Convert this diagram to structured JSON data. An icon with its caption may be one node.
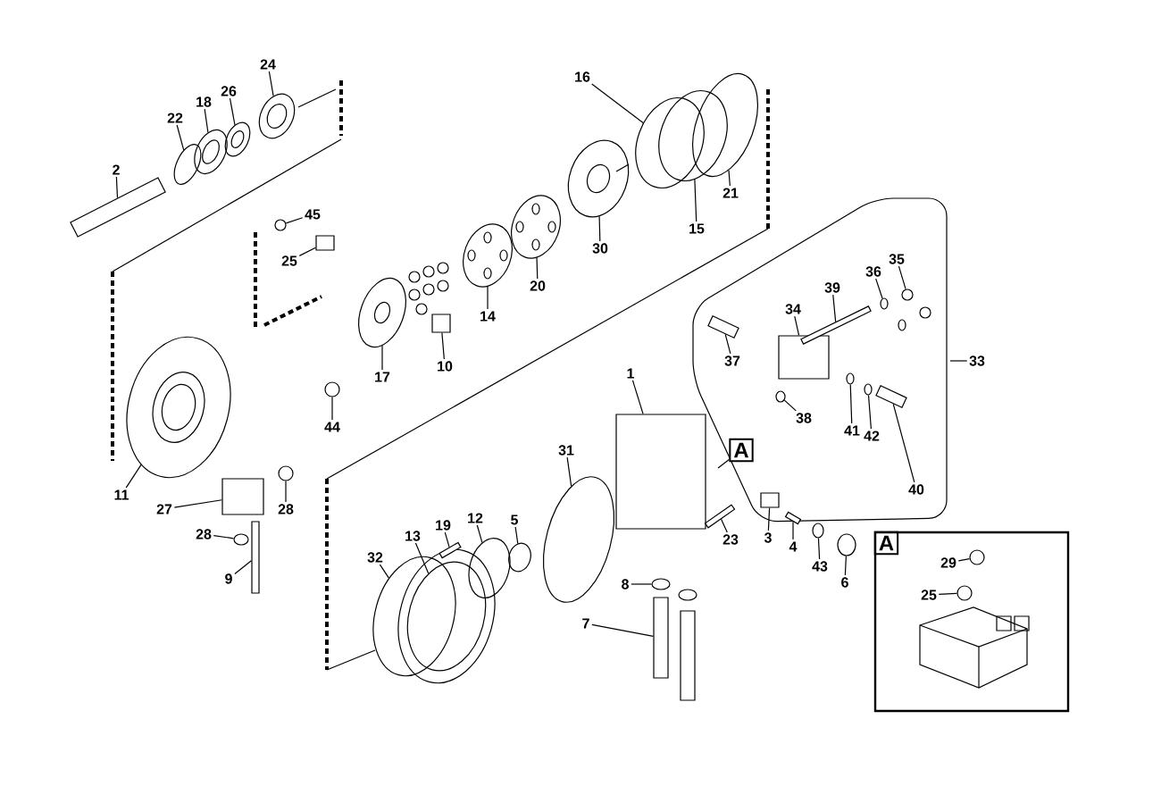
{
  "diagram": {
    "nodes": [
      {
        "text": [
          "16"
        ]
      },
      {
        "text": [
          "24"
        ]
      },
      {
        "text": [
          "26"
        ]
      },
      {
        "text": [
          "18"
        ]
      },
      {
        "text": [
          "22"
        ]
      },
      {
        "text": [
          "2"
        ]
      },
      {
        "text": [
          "21"
        ]
      },
      {
        "text": [
          "45"
        ]
      },
      {
        "text": [
          "15"
        ]
      },
      {
        "text": [
          "30"
        ]
      },
      {
        "text": [
          "35"
        ]
      },
      {
        "text": [
          "25"
        ]
      },
      {
        "text": [
          "36"
        ]
      },
      {
        "text": [
          "20"
        ]
      },
      {
        "text": [
          "39"
        ]
      },
      {
        "text": [
          "34"
        ]
      },
      {
        "text": [
          "14"
        ]
      },
      {
        "text": [
          "37"
        ]
      },
      {
        "text": [
          "33"
        ]
      },
      {
        "text": [
          "10"
        ]
      },
      {
        "text": [
          "1"
        ]
      },
      {
        "text": [
          "17"
        ]
      },
      {
        "text": [
          "38"
        ]
      },
      {
        "text": [
          "44"
        ]
      },
      {
        "text": [
          "41"
        ]
      },
      {
        "text": [
          "42"
        ]
      },
      {
        "text": [
          "31"
        ]
      },
      {
        "text": [
          "A"
        ]
      },
      {
        "text": [
          "40"
        ]
      },
      {
        "text": [
          "11"
        ]
      },
      {
        "text": [
          "27"
        ]
      },
      {
        "text": [
          "28"
        ]
      },
      {
        "text": [
          "12"
        ]
      },
      {
        "text": [
          "5"
        ]
      },
      {
        "text": [
          "19"
        ]
      },
      {
        "text": [
          "13"
        ]
      },
      {
        "text": [
          "28"
        ]
      },
      {
        "text": [
          "3"
        ]
      },
      {
        "text": [
          "23"
        ]
      },
      {
        "text": [
          "4"
        ]
      },
      {
        "text": [
          "32"
        ]
      },
      {
        "text": [
          "43"
        ]
      },
      {
        "text": [
          "9"
        ]
      },
      {
        "text": [
          "6"
        ]
      },
      {
        "text": [
          "8"
        ]
      },
      {
        "text": [
          "7"
        ]
      },
      {
        "text": [
          "A"
        ]
      },
      {
        "text": [
          "29"
        ],
        "in": 46
      },
      {
        "text": [
          "25"
        ],
        "in": 46
      },
      {
        "text": [],
        "shape": "bar"
      },
      {
        "text": [],
        "shape": "circle"
      },
      {
        "text": [],
        "shape": "circle"
      },
      {
        "text": [],
        "shape": "circle"
      },
      {
        "text": [],
        "shape": "circle"
      },
      {
        "text": [],
        "shape": "circle"
      },
      {
        "text": [],
        "shape": "box"
      },
      {
        "text": [],
        "shape": "circle"
      },
      {
        "text": [],
        "shape": "box"
      },
      {
        "text": [],
        "shape": "circle"
      },
      {
        "text": [],
        "shape": "bar"
      },
      {
        "text": [],
        "shape": "circle"
      },
      {
        "text": [],
        "shape": "circle"
      },
      {
        "text": [],
        "shape": "circle"
      },
      {
        "text": [],
        "shape": "box"
      },
      {
        "text": [],
        "shape": "circle"
      },
      {
        "text": [],
        "shape": "circle"
      },
      {
        "text": [],
        "shape": "bar"
      },
      {
        "text": [],
        "shape": "circle"
      },
      {
        "text": [],
        "shape": "circle"
      },
      {
        "text": [],
        "shape": "circle"
      },
      {
        "text": [],
        "shape": "circle"
      },
      {
        "text": [],
        "shape": "circle"
      },
      {
        "text": [],
        "shape": "circle"
      },
      {
        "text": [],
        "shape": "box"
      },
      {
        "text": [],
        "shape": "bar"
      },
      {
        "text": [],
        "shape": "circle"
      },
      {
        "text": [],
        "shape": "circle"
      },
      {
        "text": [],
        "shape": "circle"
      },
      {
        "text": [],
        "shape": "bar"
      },
      {
        "text": [],
        "shape": "circle"
      },
      {
        "text": [],
        "shape": "circle"
      },
      {
        "text": [],
        "shape": "bar"
      },
      {
        "text": [],
        "shape": "bar"
      },
      {
        "text": [],
        "shape": "box"
      },
      {
        "text": [],
        "shape": "circle"
      },
      {
        "text": [],
        "shape": "bar"
      },
      {
        "text": [],
        "shape": "box"
      },
      {
        "text": [],
        "shape": "bar"
      },
      {
        "text": [],
        "shape": "circle"
      },
      {
        "text": [],
        "shape": "circle"
      },
      {
        "text": [],
        "shape": "circle"
      },
      {
        "text": [],
        "shape": "circle"
      },
      {
        "text": [],
        "shape": "circle"
      },
      {
        "text": [],
        "shape": "bar"
      },
      {
        "text": [],
        "shape": "circle"
      },
      {
        "text": [],
        "shape": "circle"
      },
      {
        "text": [],
        "shape": "circle"
      },
      {
        "text": [],
        "shape": "circle",
        "in": 46
      },
      {
        "text": [],
        "shape": "circle",
        "in": 46
      }
    ],
    "edges": [
      {
        "from": 0,
        "to": 76,
        "arrow": "none"
      },
      {
        "from": 1,
        "to": 53,
        "arrow": "none"
      },
      {
        "from": 2,
        "to": 52,
        "arrow": "none"
      },
      {
        "from": 3,
        "to": 51,
        "arrow": "none"
      },
      {
        "from": 4,
        "to": 50,
        "arrow": "none"
      },
      {
        "from": 5,
        "to": 49,
        "arrow": "none"
      },
      {
        "from": 6,
        "to": 80,
        "arrow": "none"
      },
      {
        "from": 7,
        "to": 54,
        "arrow": "none"
      },
      {
        "from": 8,
        "to": 77,
        "arrow": "none"
      },
      {
        "from": 9,
        "to": 72,
        "arrow": "none"
      },
      {
        "from": 10,
        "to": 95,
        "arrow": "none"
      },
      {
        "from": 11,
        "to": 55,
        "arrow": "none"
      },
      {
        "from": 12,
        "to": 92,
        "arrow": "none"
      },
      {
        "from": 13,
        "to": 70,
        "arrow": "none"
      },
      {
        "from": 14,
        "to": 87,
        "arrow": "none"
      },
      {
        "from": 15,
        "to": 86,
        "arrow": "none"
      },
      {
        "from": 16,
        "to": 67,
        "arrow": "none"
      },
      {
        "from": 17,
        "to": 82,
        "arrow": "none"
      },
      {
        "from": 18,
        "to": null,
        "arrow": "none"
      },
      {
        "from": 19,
        "to": 63,
        "arrow": "none"
      },
      {
        "from": 20,
        "to": 73,
        "arrow": "none"
      },
      {
        "from": 21,
        "to": 62,
        "arrow": "none"
      },
      {
        "from": 22,
        "to": 84,
        "arrow": "none"
      },
      {
        "from": 23,
        "to": 61,
        "arrow": "none"
      },
      {
        "from": 24,
        "to": 90,
        "arrow": "none"
      },
      {
        "from": 25,
        "to": 91,
        "arrow": "none"
      },
      {
        "from": 26,
        "to": 71,
        "arrow": "none"
      },
      {
        "from": 27,
        "to": null,
        "arrow": "none"
      },
      {
        "from": 28,
        "to": 93,
        "arrow": "none"
      },
      {
        "from": 29,
        "to": 56,
        "arrow": "none"
      },
      {
        "from": 30,
        "to": 57,
        "arrow": "none"
      },
      {
        "from": 31,
        "to": 60,
        "arrow": "none"
      },
      {
        "from": 32,
        "to": 68,
        "arrow": "none"
      },
      {
        "from": 33,
        "to": 69,
        "arrow": "none"
      },
      {
        "from": 34,
        "to": 66,
        "arrow": "none"
      },
      {
        "from": 35,
        "to": 65,
        "arrow": "none"
      },
      {
        "from": 36,
        "to": 58,
        "arrow": "none"
      },
      {
        "from": 37,
        "to": 83,
        "arrow": "none"
      },
      {
        "from": 38,
        "to": 81,
        "arrow": "none"
      },
      {
        "from": 39,
        "to": 85,
        "arrow": "none"
      },
      {
        "from": 40,
        "to": 64,
        "arrow": "none"
      },
      {
        "from": 41,
        "to": 88,
        "arrow": "none"
      },
      {
        "from": 42,
        "to": 59,
        "arrow": "none"
      },
      {
        "from": 43,
        "to": 89,
        "arrow": "none"
      },
      {
        "from": 44,
        "to": 75,
        "arrow": "none"
      },
      {
        "from": 45,
        "to": 74,
        "arrow": "none"
      },
      {
        "from": 47,
        "to": 97,
        "arrow": "none"
      },
      {
        "from": 48,
        "to": 98,
        "arrow": "none"
      }
    ]
  }
}
